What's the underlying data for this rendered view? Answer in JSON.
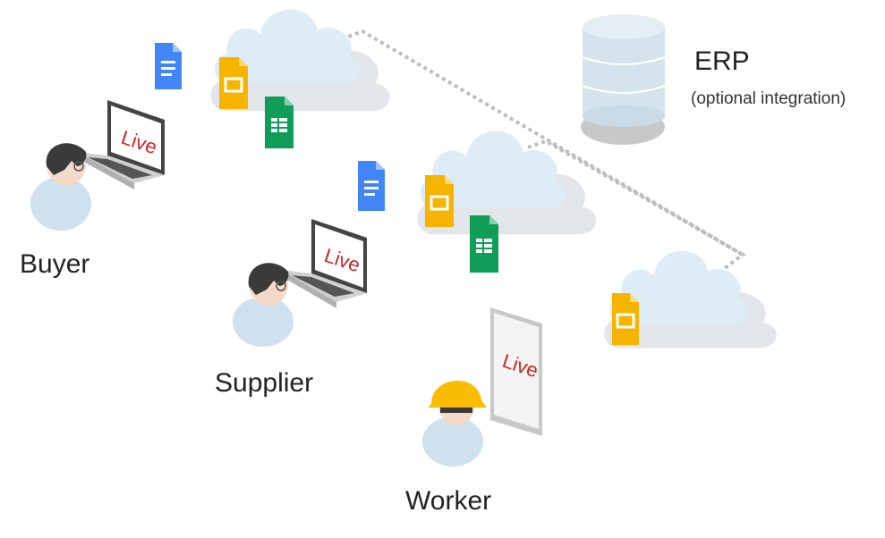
{
  "erp": {
    "title": "ERP",
    "subtitle": "(optional integration)"
  },
  "roles": {
    "buyer": "Buyer",
    "supplier": "Supplier",
    "worker": "Worker"
  },
  "screen_label": "Live",
  "colors": {
    "cloud": "#deecf6",
    "cloud_shadow": "#cfd6dc",
    "connector": "#bdbdbd",
    "database": "#d5e3ed",
    "doc_blue": "#4285f4",
    "slides_yellow": "#f4b400",
    "sheets_green": "#0f9d58",
    "person_body": "#cfe0ee",
    "hair": "#3a3a3a",
    "skin": "#f3d9c8",
    "hardhat": "#fbbc04",
    "live_red": "#c62828"
  }
}
